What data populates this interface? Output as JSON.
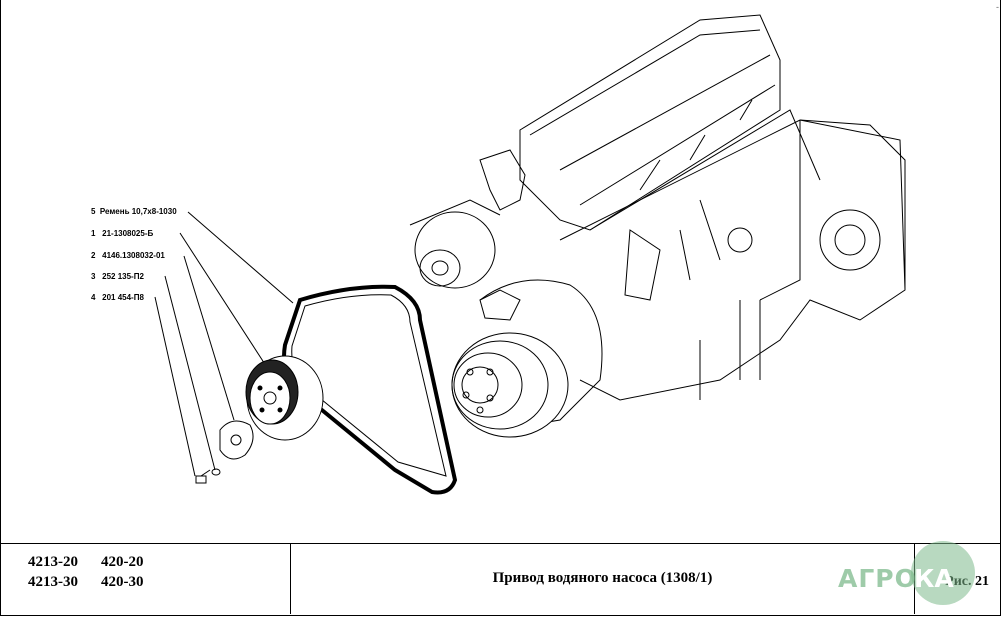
{
  "corner_mark": "-",
  "callouts": [
    {
      "num": "5",
      "text": "Ремень 10,7x8-1030"
    },
    {
      "num": "1",
      "text": "21-1308025-Б"
    },
    {
      "num": "2",
      "text": "4146.1308032-01"
    },
    {
      "num": "3",
      "text": "252 135-П2"
    },
    {
      "num": "4",
      "text": "201 454-П8"
    }
  ],
  "title_block": {
    "models": [
      {
        "engine": "4213-20",
        "variant": "420-20"
      },
      {
        "engine": "4213-30",
        "variant": "420-30"
      }
    ],
    "title": "Привод водяного насоса (1308/1)",
    "figure": "Рис. 21"
  },
  "logo": {
    "left_text": "АГРО",
    "circle_text": "КА",
    "color": "#7db98c"
  },
  "colors": {
    "line": "#000000",
    "background": "#ffffff"
  }
}
